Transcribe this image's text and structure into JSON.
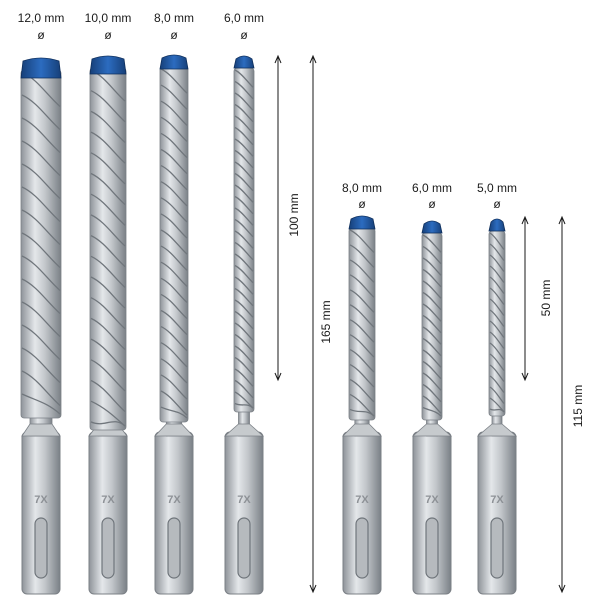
{
  "colors": {
    "background": "#ffffff",
    "steel_light": "#d9dcdf",
    "steel_mid": "#a9aeb3",
    "steel_dark": "#6f757b",
    "carbide_tip": "#1f5aa6",
    "carbide_tip_dark": "#143f78",
    "dimension_line": "#1a1a1a"
  },
  "long_set": {
    "bits": [
      {
        "diameter": "12,0 mm",
        "symbol": "ø",
        "shank_text": "7X"
      },
      {
        "diameter": "10,0 mm",
        "symbol": "ø",
        "shank_text": "7X"
      },
      {
        "diameter": "8,0 mm",
        "symbol": "ø",
        "shank_text": "7X"
      },
      {
        "diameter": "6,0 mm",
        "symbol": "ø",
        "shank_text": "7X"
      }
    ],
    "working_length_label": "100 mm",
    "total_length_label": "165 mm"
  },
  "short_set": {
    "bits": [
      {
        "diameter": "8,0 mm",
        "symbol": "ø",
        "shank_text": "7X"
      },
      {
        "diameter": "6,0 mm",
        "symbol": "ø",
        "shank_text": "7X"
      },
      {
        "diameter": "5,0 mm",
        "symbol": "ø",
        "shank_text": "7X"
      }
    ],
    "working_length_label": "50 mm",
    "total_length_label": "115 mm"
  },
  "icons": {
    "drill_bit": "sds-plus-drill-bit-icon",
    "dimension_arrow": "double-arrow-icon"
  }
}
